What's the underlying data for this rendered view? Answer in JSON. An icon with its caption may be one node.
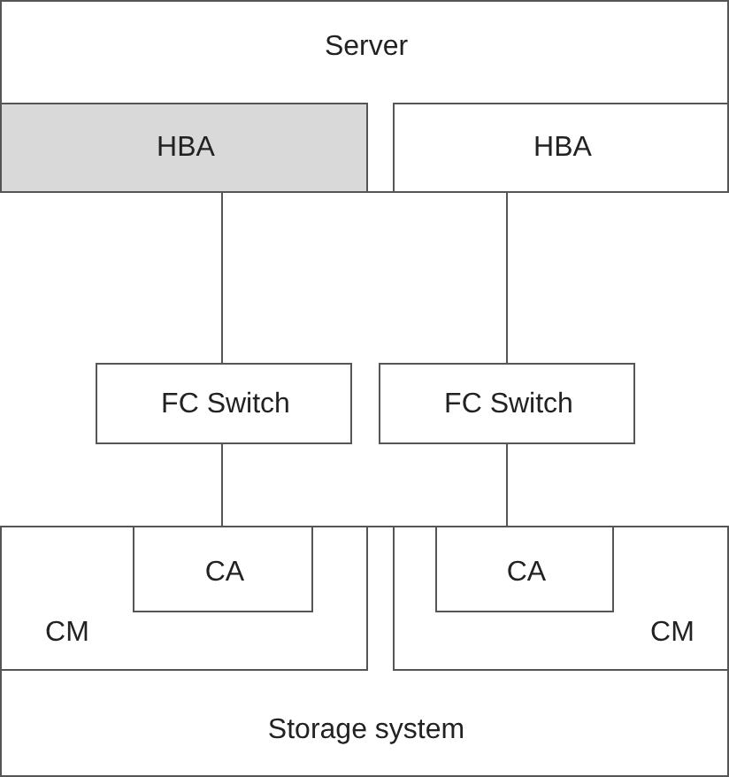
{
  "diagram": {
    "nodes": [
      {
        "text": [
          "Server"
        ]
      },
      {
        "text": [
          "HBA"
        ],
        "in": 0
      },
      {
        "text": [
          "HBA"
        ],
        "in": 0
      },
      {
        "text": [
          "FC Switch"
        ]
      },
      {
        "text": [
          "FC Switch"
        ]
      },
      {
        "text": [
          "Storage system"
        ]
      },
      {
        "text": [
          "CM"
        ],
        "in": 5
      },
      {
        "text": [
          "CA"
        ],
        "in": 6
      },
      {
        "text": [
          "CM"
        ],
        "in": 5
      },
      {
        "text": [
          "CA"
        ],
        "in": 8
      }
    ],
    "edges": [
      {
        "from": 1,
        "to": 3,
        "arrow": "none"
      },
      {
        "from": 2,
        "to": 4,
        "arrow": "none"
      },
      {
        "from": 3,
        "to": 7,
        "arrow": "none"
      },
      {
        "from": 4,
        "to": 9,
        "arrow": "none"
      }
    ]
  }
}
